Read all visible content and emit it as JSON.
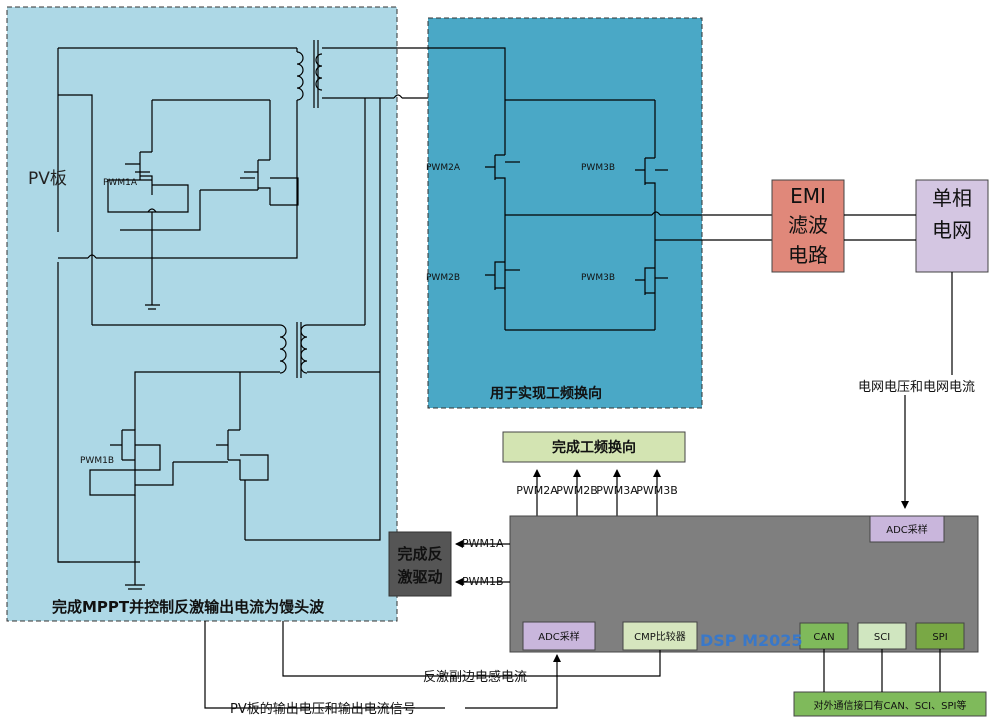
{
  "colors": {
    "left_region": "#add8e6",
    "mid_region": "#4aa8c6",
    "emi_box": "#e0887a",
    "grid_box": "#d4c6e2",
    "top_box": "#d3e4b2",
    "dsp_box": "#7f7f7f",
    "adc_box": "#c9b6dc",
    "cmp_box": "#d6e6be",
    "can_box": "#7fba5b",
    "sci_box": "#d0e6c0",
    "spi_box": "#79a845",
    "iface_box": "#7fba5b",
    "driver_box": "#555555",
    "dsp_text": "#3a78c8"
  },
  "labels": {
    "pv_board": "PV板",
    "left_caption": "完成MPPT并控制反激输出电流为馒头波",
    "mid_caption": "用于实现工频换向",
    "emi_l1": "EMI",
    "emi_l2": "滤波",
    "emi_l3": "电路",
    "grid_l1": "单相",
    "grid_l2": "电网",
    "grid_signal": "电网电压和电网电流",
    "top_box": "完成工频换向",
    "driver_l1": "完成反",
    "driver_l2": "激驱动",
    "dsp": "DSP M2025",
    "adc_right": "ADC采样",
    "adc_left": "ADC采样",
    "cmp": "CMP比较器",
    "can": "CAN",
    "sci": "SCI",
    "spi": "SPI",
    "iface": "对外通信接口有CAN、SCI、SPI等",
    "flyback_current": "反激副边电感电流",
    "pv_signal": "PV板的输出电压和输出电流信号"
  },
  "pwm": {
    "pwm1a": "PWM1A",
    "pwm1b": "PWM1B",
    "pwm2a": "PWM2A",
    "pwm2b": "PWM2B",
    "pwm3a": "PWM3A",
    "pwm3b": "PWM3B",
    "pwm1a_small": "PWM1A",
    "pwm1b_small": "PWM1B",
    "pwm2a_small": "PWM2A",
    "pwm2b_small": "PWM2B",
    "pwm3b_small_top": "PWM3B",
    "pwm3b_small_bottom": "PWM3B"
  }
}
